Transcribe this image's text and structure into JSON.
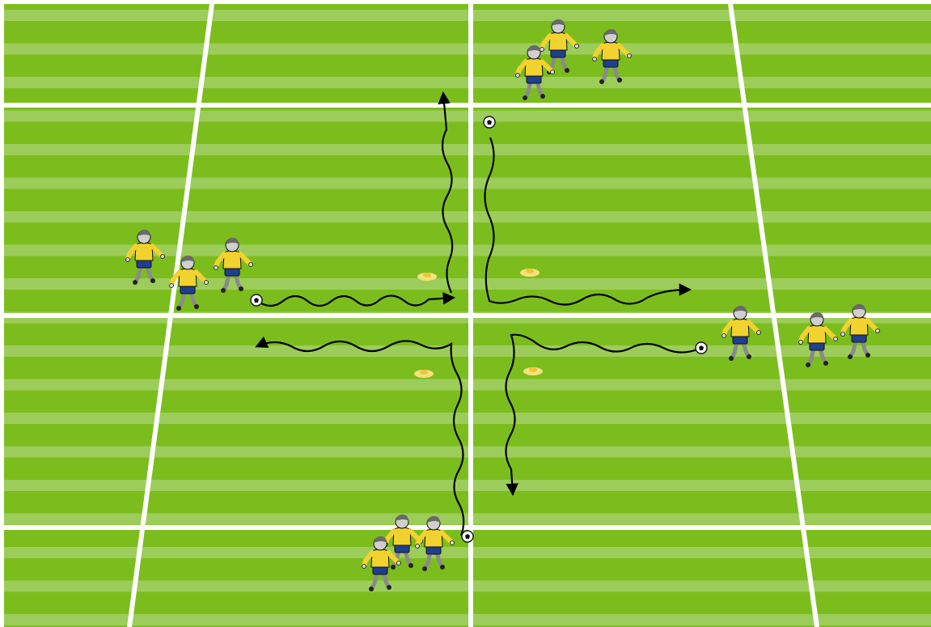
{
  "diagram": {
    "type": "soccer-dribbling-drill",
    "colors": {
      "grass_dark": "#7cbd1e",
      "grass_light": "#9ccd5a",
      "lines": "#ffffff",
      "jersey": "#f2d22e",
      "shorts": "#1f3f8f",
      "skin": "#b8b8b8",
      "hair": "#6a6a6a",
      "cone": "#f6e27a",
      "arrow": "#000000"
    },
    "icons": [
      "player-icon",
      "ball-icon",
      "cone-icon",
      "dribble-arrow"
    ],
    "groups": [
      {
        "name": "top-group",
        "players": 3,
        "has_ball": true
      },
      {
        "name": "left-group",
        "players": 3,
        "has_ball": true
      },
      {
        "name": "right-group",
        "players": 3,
        "has_ball": true
      },
      {
        "name": "bottom-group",
        "players": 3,
        "has_ball": true
      }
    ],
    "cones": 4,
    "dribble_paths": 4
  }
}
